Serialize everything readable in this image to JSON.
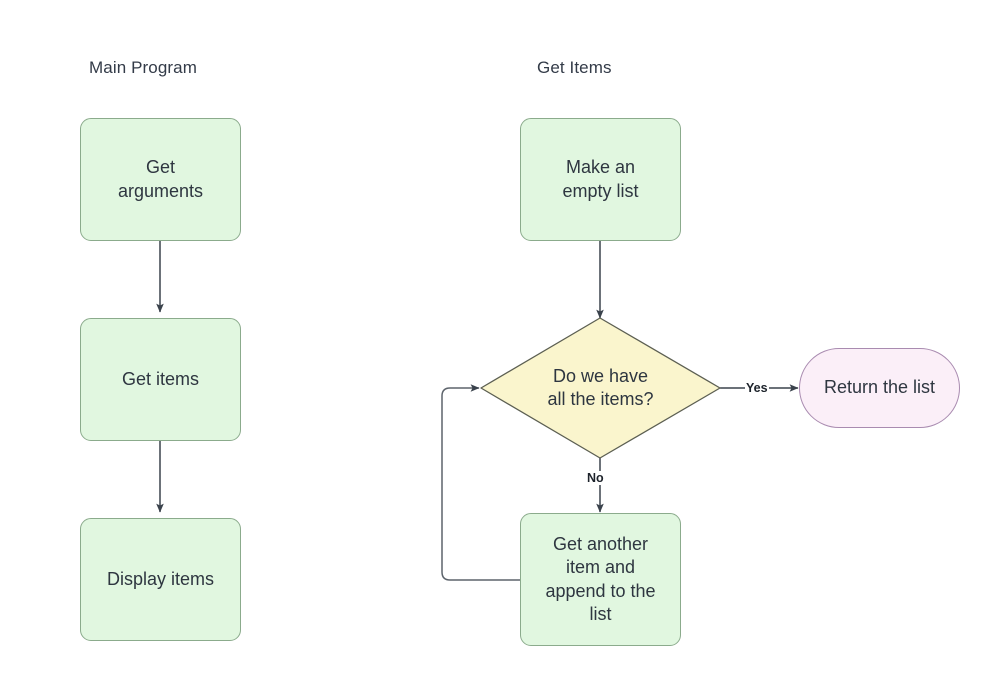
{
  "diagram": {
    "type": "flowchart",
    "background": "#ffffff",
    "columns": [
      {
        "id": "main-program",
        "title": "Main Program"
      },
      {
        "id": "get-items",
        "title": "Get Items"
      }
    ],
    "colors": {
      "process_fill": "#e1f7e0",
      "process_stroke": "#8bab8c",
      "decision_fill": "#faf5cd",
      "decision_stroke": "#5c5f52",
      "terminator_fill": "#fbeff8",
      "terminator_stroke": "#a98bb0",
      "connector": "#3a424c",
      "text": "#2e3640",
      "title_text": "#333b48"
    },
    "nodes": [
      {
        "id": "get-arguments",
        "shape": "process",
        "text": "Get\narguments",
        "column": "main-program"
      },
      {
        "id": "get-items",
        "shape": "process",
        "text": "Get items",
        "column": "main-program"
      },
      {
        "id": "display-items",
        "shape": "process",
        "text": "Display items",
        "column": "main-program"
      },
      {
        "id": "make-empty-list",
        "shape": "process",
        "text": "Make an\nempty list",
        "column": "get-items"
      },
      {
        "id": "have-all-items",
        "shape": "decision",
        "text": "Do we have\nall the items?",
        "column": "get-items"
      },
      {
        "id": "return-the-list",
        "shape": "terminator",
        "text": "Return the list",
        "column": "get-items"
      },
      {
        "id": "get-another-item",
        "shape": "process",
        "text": "Get another\nitem and\nappend to the\nlist",
        "column": "get-items"
      }
    ],
    "edges": [
      {
        "id": "e1",
        "from": "get-arguments",
        "to": "get-items",
        "label": ""
      },
      {
        "id": "e2",
        "from": "get-items",
        "to": "display-items",
        "label": ""
      },
      {
        "id": "e3",
        "from": "make-empty-list",
        "to": "have-all-items",
        "label": ""
      },
      {
        "id": "e4",
        "from": "have-all-items",
        "to": "return-the-list",
        "label": "Yes"
      },
      {
        "id": "e5",
        "from": "have-all-items",
        "to": "get-another-item",
        "label": "No"
      },
      {
        "id": "e6",
        "from": "get-another-item",
        "to": "have-all-items",
        "label": ""
      }
    ]
  }
}
